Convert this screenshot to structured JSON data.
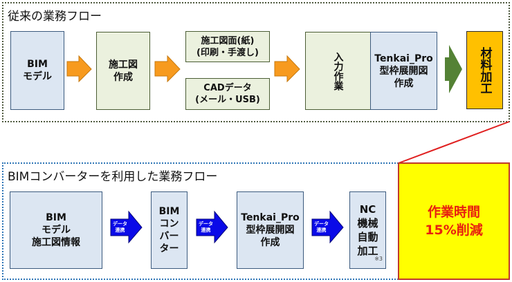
{
  "top_flow": {
    "title": "従来の業務フロー",
    "boxes": {
      "bim_model": [
        "BIM",
        "モデル"
      ],
      "construction_drawing": [
        "施工図",
        "作成"
      ],
      "paper_drawing": [
        "施工図面(紙)",
        "(印刷・手渡し)"
      ],
      "cad_data": [
        "CADデータ",
        "(メール・USB)"
      ],
      "input_work": "入力作業",
      "tenkai_pro": [
        "Tenkai_Pro",
        "型枠展開図",
        "作成"
      ],
      "material_processing": "材料加工"
    }
  },
  "bottom_flow": {
    "title": "BIMコンバーターを利用した業務フロー",
    "boxes": {
      "bim_model": [
        "BIM",
        "モデル",
        "施工図情報"
      ],
      "bim_converter": [
        "BIM",
        "コン",
        "バー",
        "ター"
      ],
      "tenkai_pro": [
        "Tenkai_Pro",
        "型枠展開図",
        "作成"
      ],
      "nc_machine": [
        "NC",
        "機械",
        "自動",
        "加工"
      ],
      "nc_note": "※3"
    },
    "arrow_label": [
      "データ",
      "連携"
    ]
  },
  "result": {
    "lines": [
      "作業時間",
      "15%削減"
    ]
  },
  "colors": {
    "orange_arrow": "#f79a1e",
    "green_arrow": "#548235",
    "blue_arrow": "#0000ee",
    "callout_line": "#e02020",
    "result_text": "#e8200f",
    "result_bg": "#ffff00"
  }
}
